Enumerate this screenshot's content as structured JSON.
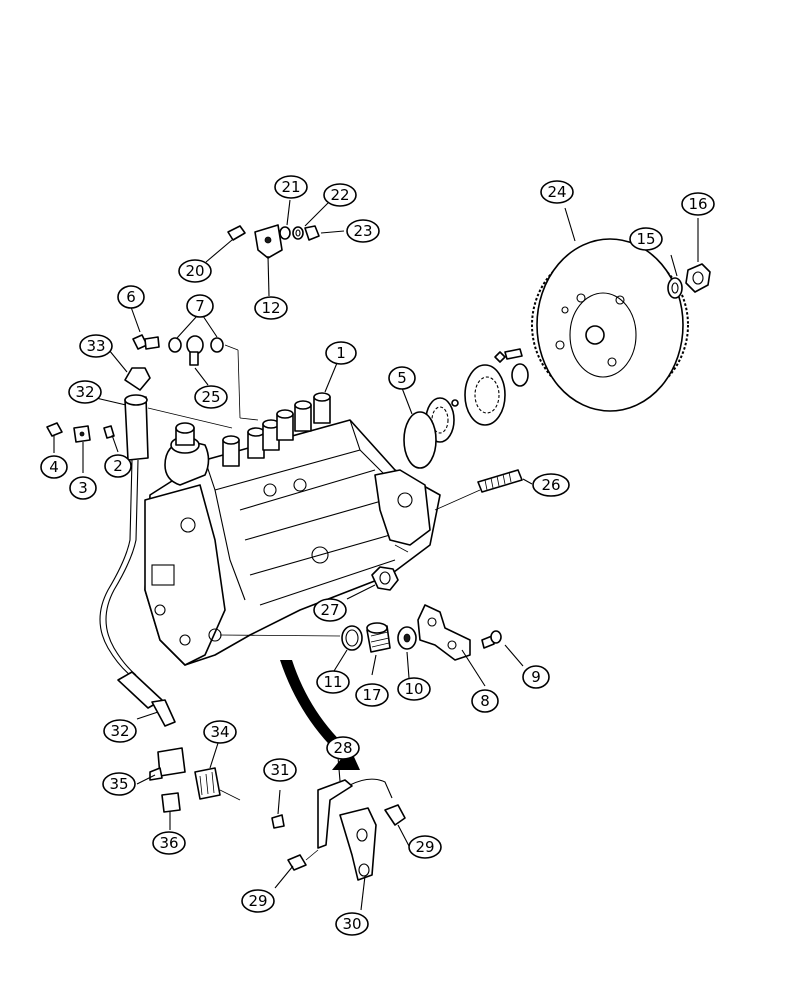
{
  "diagram": {
    "callouts": [
      {
        "id": "c1",
        "label": "1"
      },
      {
        "id": "c2",
        "label": "2"
      },
      {
        "id": "c3",
        "label": "3"
      },
      {
        "id": "c4",
        "label": "4"
      },
      {
        "id": "c5",
        "label": "5"
      },
      {
        "id": "c6",
        "label": "6"
      },
      {
        "id": "c7",
        "label": "7"
      },
      {
        "id": "c8",
        "label": "8"
      },
      {
        "id": "c9",
        "label": "9"
      },
      {
        "id": "c10",
        "label": "10"
      },
      {
        "id": "c11",
        "label": "11"
      },
      {
        "id": "c12",
        "label": "12"
      },
      {
        "id": "c15",
        "label": "15"
      },
      {
        "id": "c16",
        "label": "16"
      },
      {
        "id": "c17",
        "label": "17"
      },
      {
        "id": "c20",
        "label": "20"
      },
      {
        "id": "c21",
        "label": "21"
      },
      {
        "id": "c22",
        "label": "22"
      },
      {
        "id": "c23",
        "label": "23"
      },
      {
        "id": "c24",
        "label": "24"
      },
      {
        "id": "c25",
        "label": "25"
      },
      {
        "id": "c26",
        "label": "26"
      },
      {
        "id": "c27",
        "label": "27"
      },
      {
        "id": "c28",
        "label": "28"
      },
      {
        "id": "c29a",
        "label": "29"
      },
      {
        "id": "c29b",
        "label": "29"
      },
      {
        "id": "c30",
        "label": "30"
      },
      {
        "id": "c31",
        "label": "31"
      },
      {
        "id": "c32a",
        "label": "32"
      },
      {
        "id": "c32b",
        "label": "32"
      },
      {
        "id": "c33",
        "label": "33"
      },
      {
        "id": "c34",
        "label": "34"
      },
      {
        "id": "c35",
        "label": "35"
      },
      {
        "id": "c36",
        "label": "36"
      }
    ]
  }
}
